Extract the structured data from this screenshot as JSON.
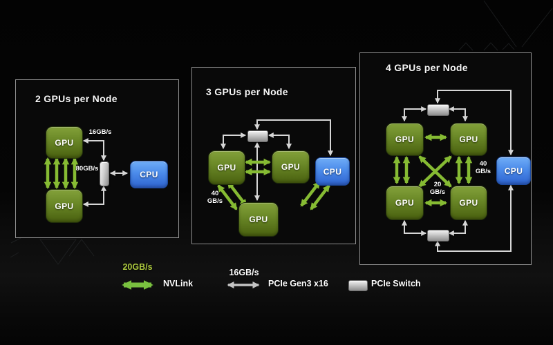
{
  "legend": {
    "nvlink_speed": "20GB/s",
    "nvlink_label": "NVLink",
    "pcie_speed": "16GB/s",
    "pcie_label": "PCIe Gen3 x16",
    "pcie_switch_label": "PCIe Switch",
    "nvlink_color": "#86bb33",
    "pcie_color": "#d6d6d6"
  },
  "panels": {
    "two_gpu": {
      "title": "2 GPUs per Node",
      "pcie_speed": "16GB/s",
      "nvlink_speed": "80GB/s",
      "gpu1": "GPU",
      "gpu2": "GPU",
      "cpu": "CPU"
    },
    "three_gpu": {
      "title": "3 GPUs per Node",
      "nvlink_speed_value": "40",
      "nvlink_speed_unit": "GB/s",
      "gpu1": "GPU",
      "gpu2": "GPU",
      "gpu3": "GPU",
      "cpu": "CPU"
    },
    "four_gpu": {
      "title": "4 GPUs per Node",
      "nvlink_speed_value": "40",
      "nvlink_speed_unit": "GB/s",
      "nvlink_x_speed_value": "20",
      "nvlink_x_speed_unit": "GB/s",
      "gpu1": "GPU",
      "gpu2": "GPU",
      "gpu3": "GPU",
      "gpu4": "GPU",
      "cpu": "CPU"
    }
  }
}
